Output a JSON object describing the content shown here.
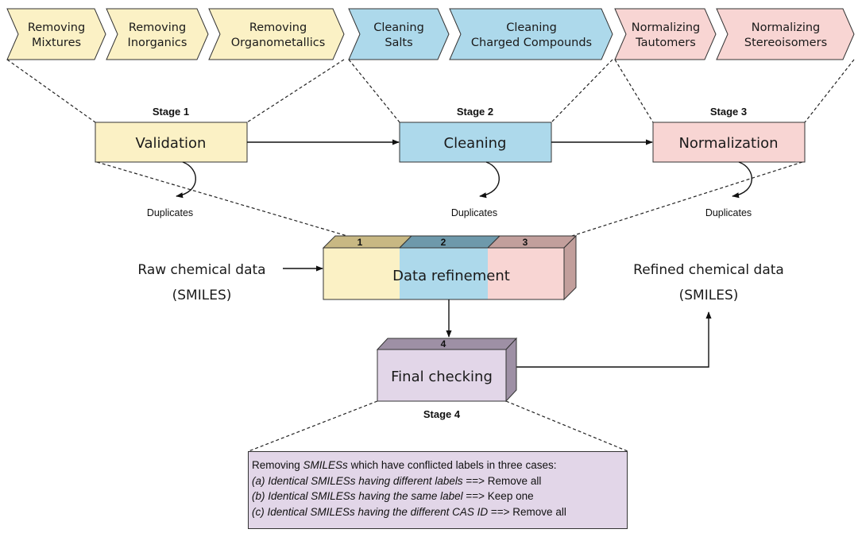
{
  "colors": {
    "validation": "#fbf1c5",
    "cleaning": "#add9eb",
    "normalization": "#f8d5d3",
    "final": "#e2d6e8",
    "stroke": "#333333"
  },
  "stage1": {
    "steps": [
      [
        "Removing",
        "Mixtures"
      ],
      [
        "Removing",
        "Inorganics"
      ],
      [
        "Removing",
        "Organometallics"
      ]
    ],
    "label": "Stage 1",
    "box": "Validation",
    "duplicates": "Duplicates"
  },
  "stage2": {
    "steps": [
      [
        "Cleaning",
        "Salts"
      ],
      [
        "Cleaning",
        "Charged Compounds"
      ]
    ],
    "label": "Stage 2",
    "box": "Cleaning",
    "duplicates": "Duplicates"
  },
  "stage3": {
    "steps": [
      [
        "Normalizing",
        "Tautomers"
      ],
      [
        "Normalizing",
        "Stereoisomers"
      ]
    ],
    "label": "Stage 3",
    "box": "Normalization",
    "duplicates": "Duplicates"
  },
  "refinement": {
    "label": "Data refinement",
    "segments": [
      "1",
      "2",
      "3"
    ]
  },
  "input": {
    "line1": "Raw chemical data",
    "line2": "(SMILES)"
  },
  "output": {
    "line1": "Refined chemical data",
    "line2": "(SMILES)"
  },
  "final": {
    "number": "4",
    "label": "Final checking",
    "stage": "Stage 4"
  },
  "notes": {
    "intro_pre": "Removing ",
    "intro_em": "SMILESs",
    "intro_post": " which have conflicted labels in three cases:",
    "rules": [
      {
        "cond": "(a) Identical SMILESs having different labels",
        "action": " ==> Remove all"
      },
      {
        "cond": "(b) Identical SMILESs  having the same label",
        "action": " ==> Keep one"
      },
      {
        "cond": "(c) Identical SMILESs  having the different CAS ID",
        "action": " ==> Remove all"
      }
    ]
  }
}
